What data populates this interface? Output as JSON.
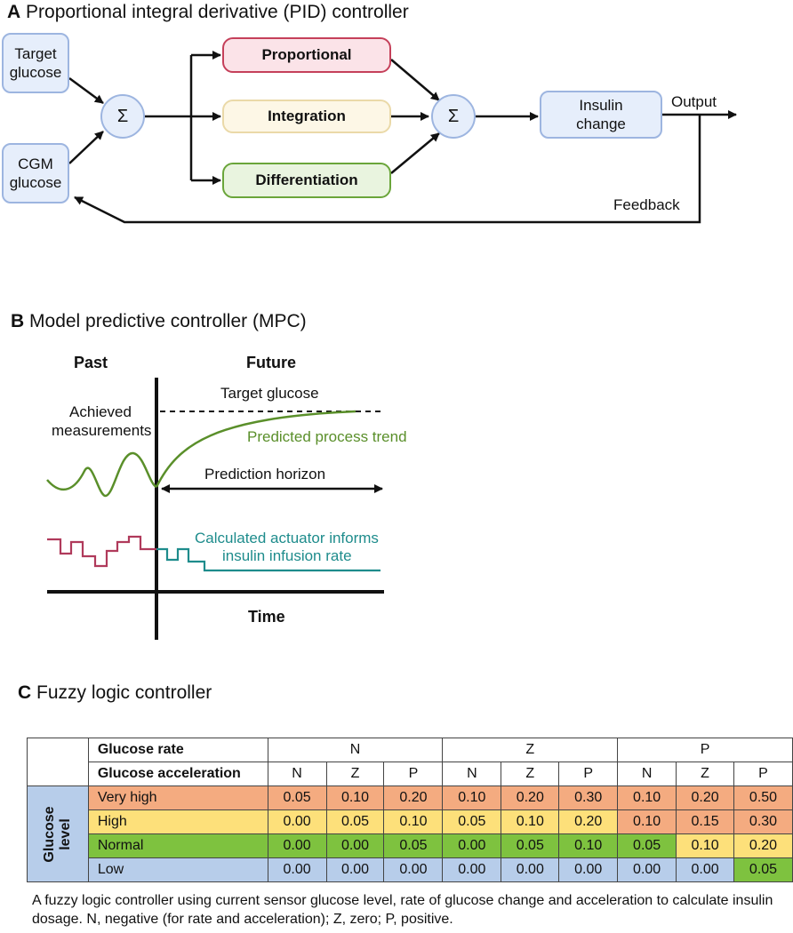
{
  "section_a": {
    "letter": "A",
    "title": "Proportional integral derivative (PID) controller",
    "target_glucose": "Target glucose",
    "cgm_glucose": "CGM glucose",
    "sigma": "Σ",
    "proportional": "Proportional",
    "integration": "Integration",
    "differentiation": "Differentiation",
    "insulin_change": "Insulin change",
    "output": "Output",
    "feedback": "Feedback",
    "colors": {
      "proportional_fill": "#fbe3e8",
      "proportional_border": "#c5405a",
      "integration_fill": "#fdf7e6",
      "integration_border": "#ead9a8",
      "differentiation_fill": "#e9f4df",
      "differentiation_border": "#6aa53a",
      "node_fill": "#e6eefb",
      "node_border": "#9db5e0"
    }
  },
  "section_b": {
    "letter": "B",
    "title": "Model predictive controller (MPC)",
    "past": "Past",
    "future": "Future",
    "target_glucose": "Target glucose",
    "achieved_measurements": "Achieved measurements",
    "predicted_trend": "Predicted process trend",
    "prediction_horizon": "Prediction horizon",
    "actuator_line1": "Calculated actuator informs",
    "actuator_line2": "insulin infusion rate",
    "time": "Time",
    "colors": {
      "trend": "#5a8f2a",
      "actuator_future": "#1e8c8c",
      "actuator_past": "#b03a5b"
    }
  },
  "section_c": {
    "letter": "C",
    "title": "Fuzzy logic controller",
    "rate_label": "Glucose rate",
    "accel_label": "Glucose acceleration",
    "level_label": "Glucose level",
    "rates": [
      "N",
      "Z",
      "P"
    ],
    "accels": [
      "N",
      "Z",
      "P",
      "N",
      "Z",
      "P",
      "N",
      "Z",
      "P"
    ],
    "rows": [
      {
        "label": "Very high",
        "values": [
          "0.05",
          "0.10",
          "0.20",
          "0.10",
          "0.20",
          "0.30",
          "0.10",
          "0.20",
          "0.50"
        ]
      },
      {
        "label": "High",
        "values": [
          "0.00",
          "0.05",
          "0.10",
          "0.05",
          "0.10",
          "0.20",
          "0.10",
          "0.15",
          "0.30"
        ]
      },
      {
        "label": "Normal",
        "values": [
          "0.00",
          "0.00",
          "0.05",
          "0.00",
          "0.05",
          "0.10",
          "0.05",
          "0.10",
          "0.20"
        ]
      },
      {
        "label": "Low",
        "values": [
          "0.00",
          "0.00",
          "0.00",
          "0.00",
          "0.00",
          "0.00",
          "0.00",
          "0.00",
          "0.05"
        ]
      }
    ],
    "cell_colors": [
      [
        "or",
        "or",
        "or",
        "or",
        "or",
        "or",
        "or",
        "or",
        "or"
      ],
      [
        "ye",
        "ye",
        "ye",
        "ye",
        "ye",
        "ye",
        "or",
        "or",
        "or"
      ],
      [
        "gr",
        "gr",
        "gr",
        "gr",
        "gr",
        "gr",
        "gr",
        "ye",
        "ye"
      ],
      [
        "bl",
        "bl",
        "bl",
        "bl",
        "bl",
        "bl",
        "bl",
        "bl",
        "gr"
      ]
    ],
    "caption": "A fuzzy logic controller using current sensor glucose level, rate of glucose change and acceleration to calculate insulin dosage. N, negative (for rate and acceleration); Z, zero; P, positive."
  }
}
